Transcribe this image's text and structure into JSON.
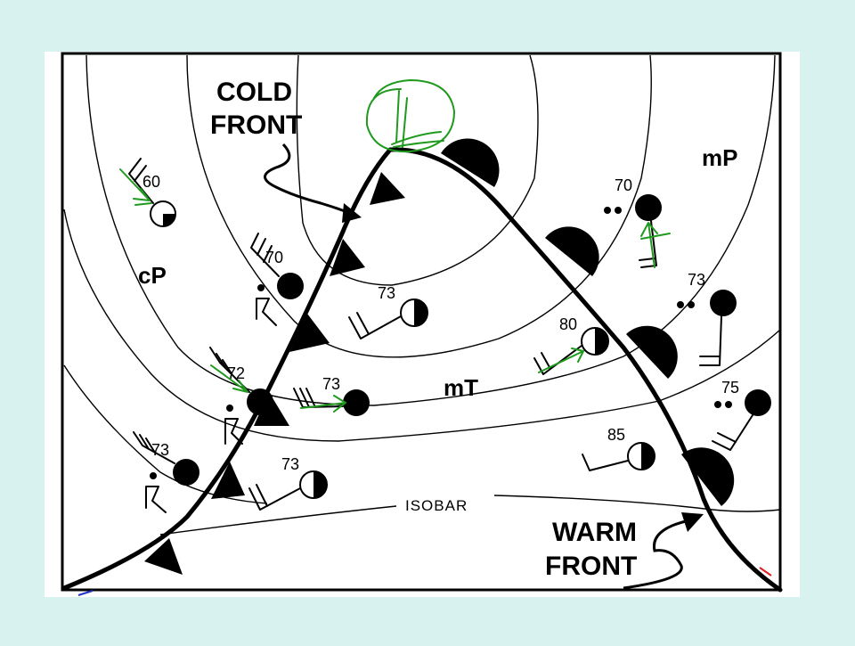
{
  "labels": {
    "cold_front": [
      "COLD",
      "FRONT"
    ],
    "warm_front": [
      "WARM",
      "FRONT"
    ],
    "isobar": "ISOBAR",
    "air_masses": {
      "cP": "cP",
      "mT": "mT",
      "mP": "mP"
    }
  },
  "stations": [
    {
      "id": "s1",
      "temp": "60"
    },
    {
      "id": "s2",
      "temp": "70"
    },
    {
      "id": "s3",
      "temp": "73"
    },
    {
      "id": "s4",
      "temp": "72"
    },
    {
      "id": "s5",
      "temp": "73"
    },
    {
      "id": "s6",
      "temp": "73"
    },
    {
      "id": "s7",
      "temp": "73"
    },
    {
      "id": "s8",
      "temp": "80"
    },
    {
      "id": "s9",
      "temp": "70"
    },
    {
      "id": "s10",
      "temp": "73"
    },
    {
      "id": "s11",
      "temp": "75"
    },
    {
      "id": "s12",
      "temp": "85"
    }
  ],
  "colors": {
    "background": "#d8f3ef",
    "map": "#ffffff",
    "ink": "#000000",
    "annotation": "#1f9a1f"
  }
}
